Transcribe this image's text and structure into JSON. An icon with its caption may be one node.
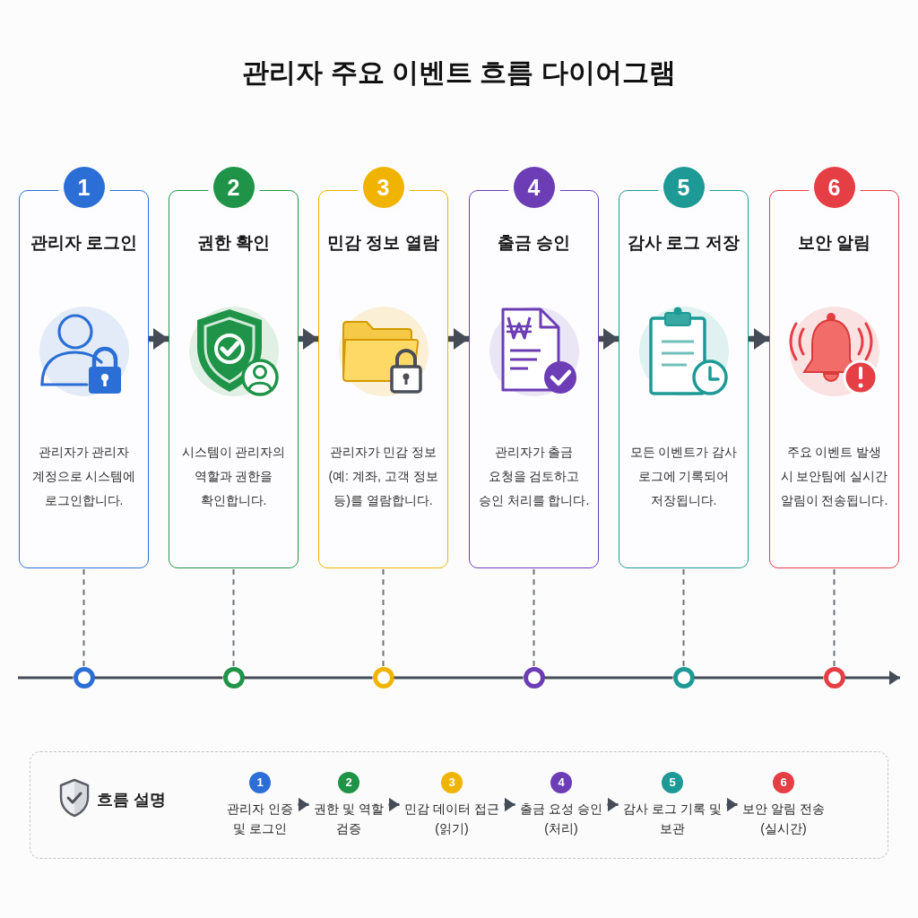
{
  "diagram": {
    "title": "관리자 주요 이벤트 흐름 다이어그램",
    "nodes": [
      {
        "text": [
          "1",
          "관리자 로그인",
          "관리자가 관리자 계정으로 시스템에 로그인합니다."
        ]
      },
      {
        "text": [
          "2",
          "권한 확인",
          "시스템이 관리자의 역할과 권한을 확인합니다."
        ]
      },
      {
        "text": [
          "3",
          "민감 정보 열람",
          "관리자가 민감 정보(예: 계좌, 고객 정보 등)를 열람합니다."
        ]
      },
      {
        "text": [
          "4",
          "출금 승인",
          "관리자가 출금 요청을 검토하고 승인 처리를 합니다."
        ]
      },
      {
        "text": [
          "5",
          "감사 로그 저장",
          "모든 이벤트가 감사 로그에 기록되어 저장됩니다."
        ]
      },
      {
        "text": [
          "6",
          "보안 알림",
          "주요 이벤트 발생 시 보안팀에 실시간 알림이 전송됩니다."
        ]
      },
      {
        "text": [],
        "shape": "circle"
      },
      {
        "text": [],
        "shape": "circle"
      },
      {
        "text": [],
        "shape": "circle"
      },
      {
        "text": [],
        "shape": "circle"
      },
      {
        "text": [],
        "shape": "circle"
      },
      {
        "text": [],
        "shape": "circle"
      },
      {
        "text": [
          "흐름 설명"
        ]
      },
      {
        "text": [
          "1",
          "관리자 인증 및 로그인"
        ],
        "in": 12
      },
      {
        "text": [
          "2",
          "권한 및 역할 검증"
        ],
        "in": 12
      },
      {
        "text": [
          "3",
          "민감 데이터 접근 (읽기)"
        ],
        "in": 12
      },
      {
        "text": [
          "4",
          "출금 요성 승인 (처리)"
        ],
        "in": 12
      },
      {
        "text": [
          "5",
          "감사 로그 기록 및 보관"
        ],
        "in": 12
      },
      {
        "text": [
          "6",
          "보안 알림 전송 (실시간)"
        ],
        "in": 12
      }
    ],
    "edges": [
      {
        "from": 0,
        "to": 1,
        "arrow": "to",
        "style": "thick"
      },
      {
        "from": 1,
        "to": 2,
        "arrow": "to",
        "style": "thick"
      },
      {
        "from": 2,
        "to": 3,
        "arrow": "to",
        "style": "thick"
      },
      {
        "from": 3,
        "to": 4,
        "arrow": "to",
        "style": "thick"
      },
      {
        "from": 4,
        "to": 5,
        "arrow": "to",
        "style": "thick"
      },
      {
        "from": 0,
        "to": 6,
        "arrow": "none",
        "style": "dashed",
        "color": "#6e7378"
      },
      {
        "from": 1,
        "to": 7,
        "arrow": "none",
        "style": "dashed",
        "color": "#6e7378"
      },
      {
        "from": 2,
        "to": 8,
        "arrow": "none",
        "style": "dashed",
        "color": "#6e7378"
      },
      {
        "from": 3,
        "to": 9,
        "arrow": "none",
        "style": "dashed",
        "color": "#6e7378"
      },
      {
        "from": 4,
        "to": 10,
        "arrow": "none",
        "style": "dashed",
        "color": "#6e7378"
      },
      {
        "from": 5,
        "to": 11,
        "arrow": "none",
        "style": "dashed",
        "color": "#6e7378"
      },
      {
        "from": null,
        "to": 6,
        "arrow": "none"
      },
      {
        "from": 6,
        "to": 7,
        "arrow": "none"
      },
      {
        "from": 7,
        "to": 8,
        "arrow": "none"
      },
      {
        "from": 8,
        "to": 9,
        "arrow": "none"
      },
      {
        "from": 9,
        "to": 10,
        "arrow": "none"
      },
      {
        "from": 10,
        "to": 11,
        "arrow": "none"
      },
      {
        "from": 11,
        "to": null,
        "arrow": "to"
      },
      {
        "from": 13,
        "to": 14,
        "arrow": "to"
      },
      {
        "from": 14,
        "to": 15,
        "arrow": "to"
      },
      {
        "from": 15,
        "to": 16,
        "arrow": "to"
      },
      {
        "from": 16,
        "to": 17,
        "arrow": "to"
      },
      {
        "from": 17,
        "to": 18,
        "arrow": "to"
      }
    ]
  }
}
